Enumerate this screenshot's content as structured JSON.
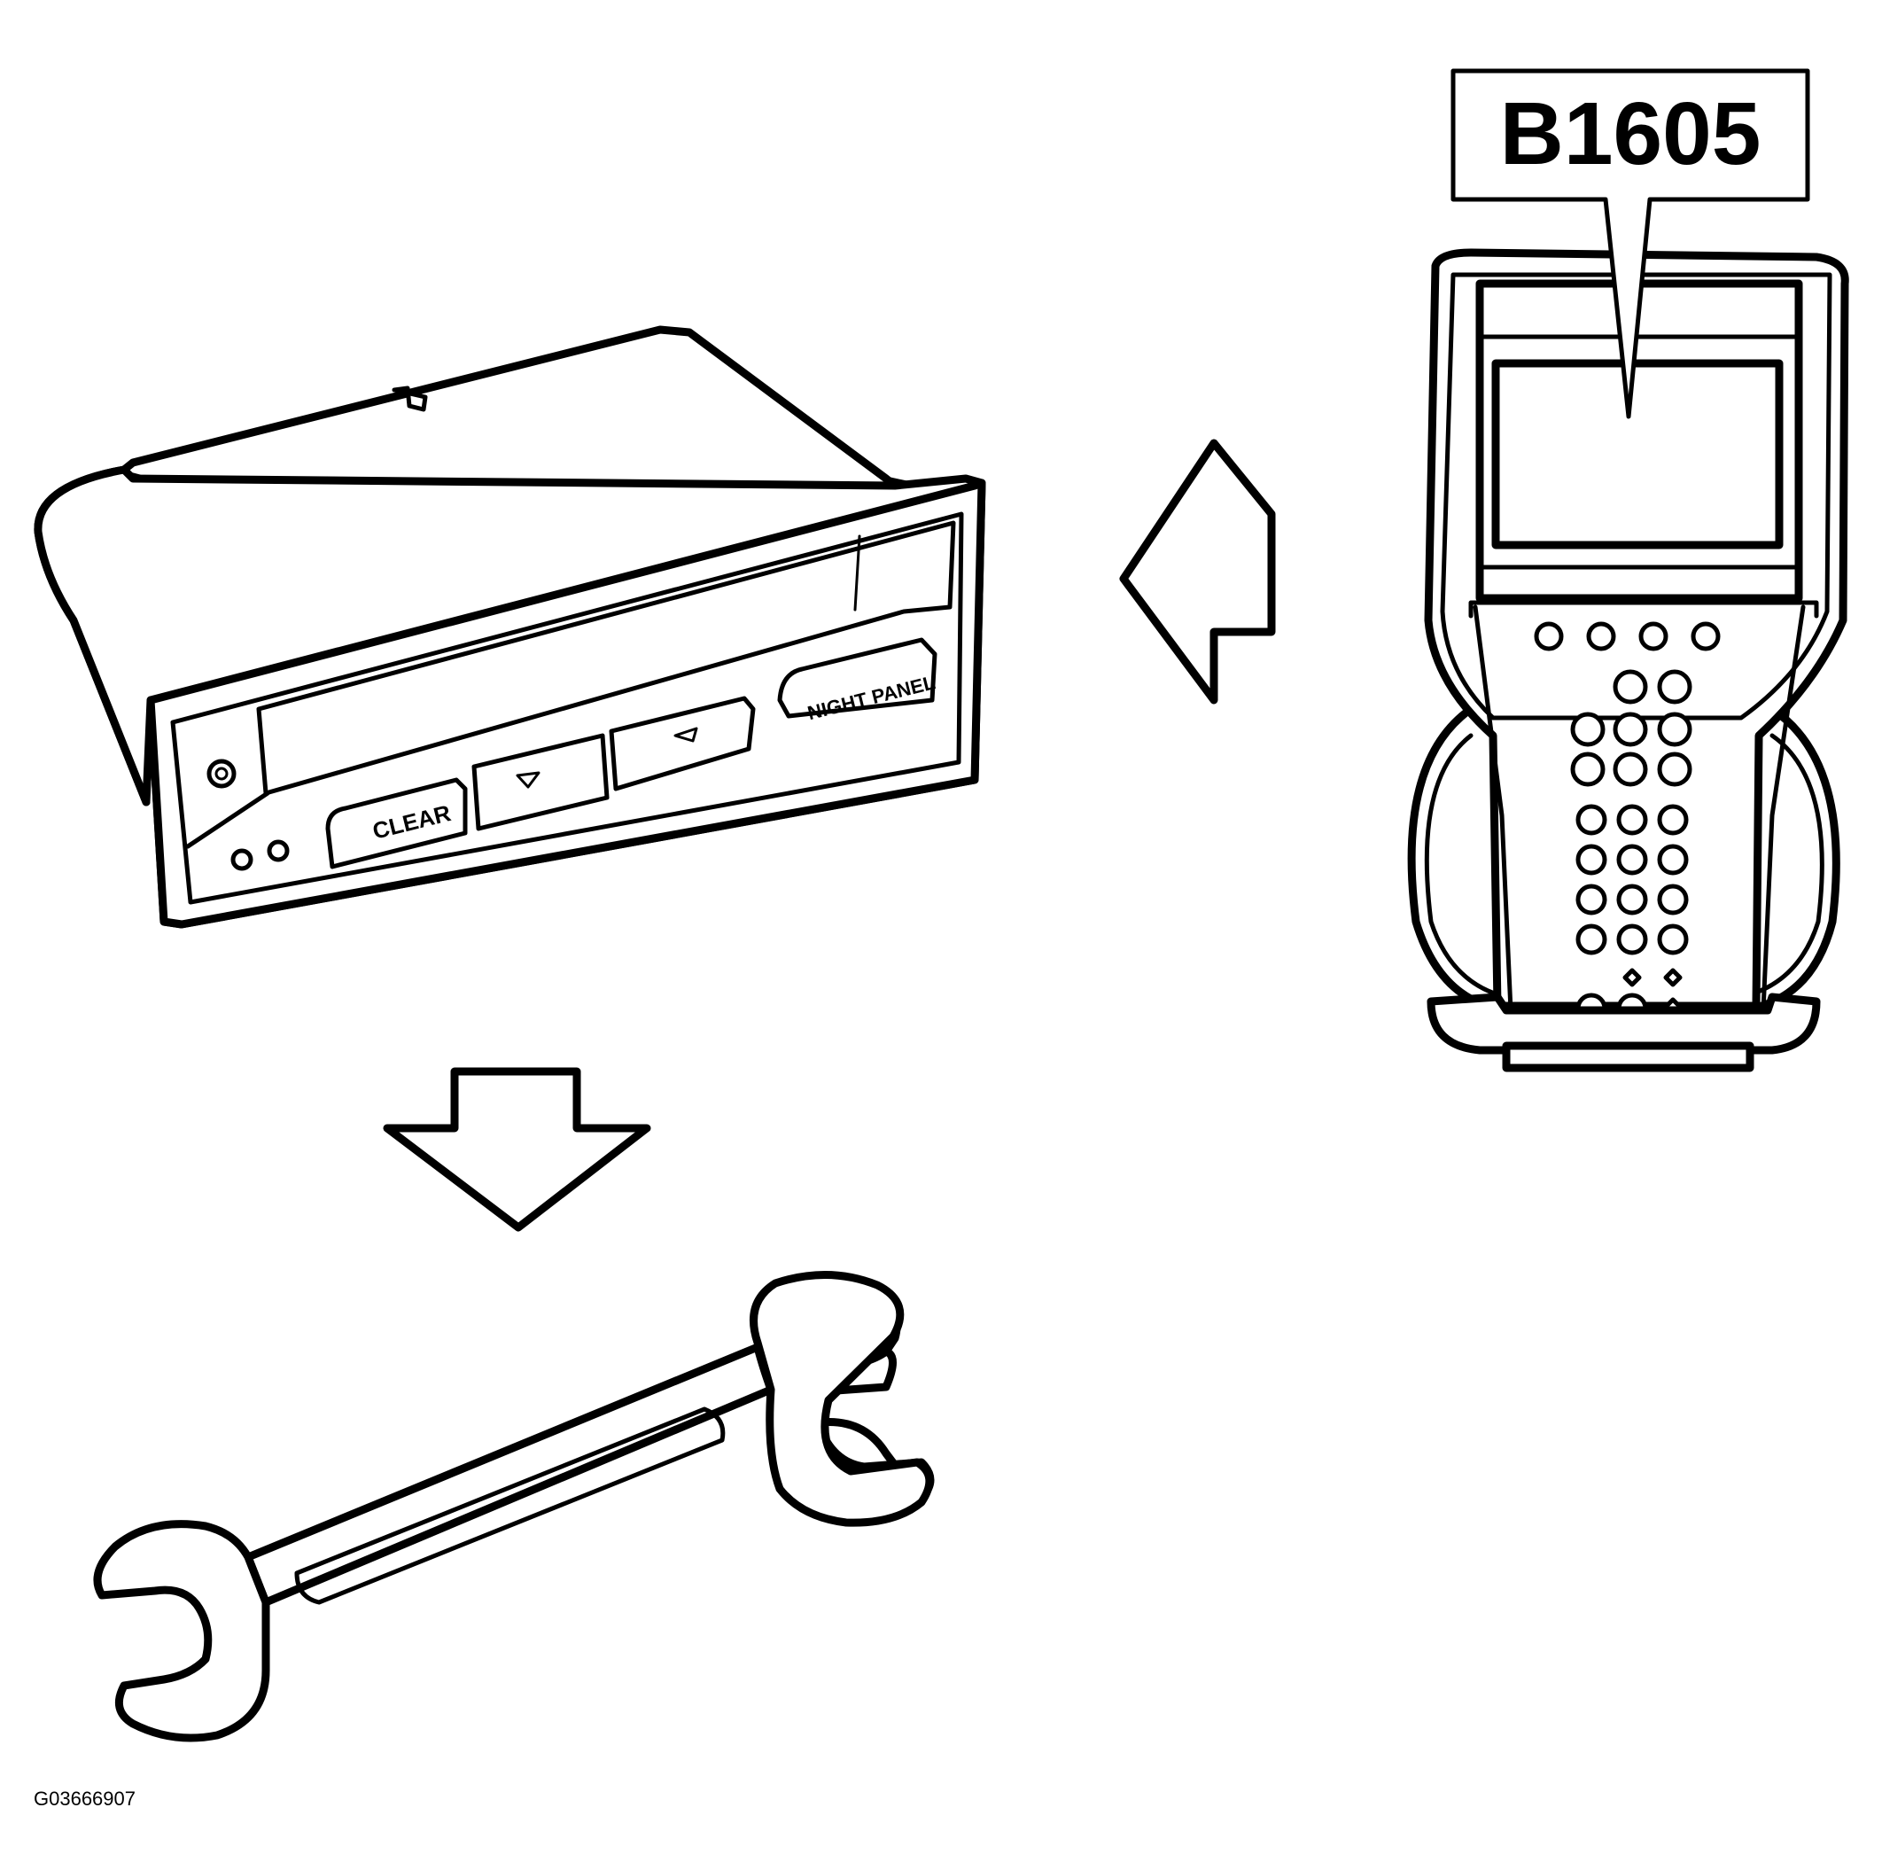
{
  "diagram": {
    "callout_code": "B1605",
    "control_panel": {
      "clear_button_label": "CLEAR",
      "night_panel_button_label": "NIGHT PANEL"
    },
    "figure_id": "G03666907",
    "colors": {
      "line": "#000000",
      "background": "#ffffff"
    },
    "icons": [
      "left-arrow-icon",
      "down-arrow-icon",
      "wrench-icon",
      "scan-tool-icon"
    ]
  }
}
